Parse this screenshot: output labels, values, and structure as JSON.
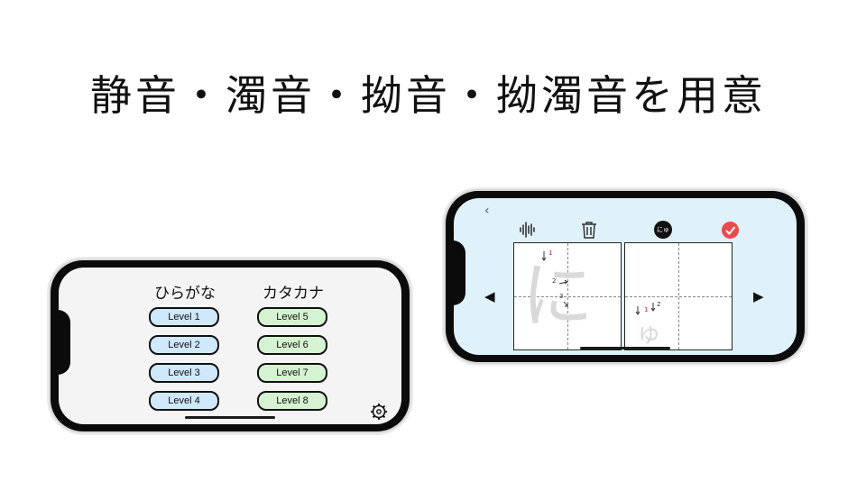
{
  "headline": "静音・濁音・拗音・拗濁音を用意",
  "menu_screen": {
    "hiragana_title": "ひらがな",
    "katakana_title": "カタカナ",
    "hiragana_levels": [
      "Level 1",
      "Level 2",
      "Level 3",
      "Level 4"
    ],
    "katakana_levels": [
      "Level 5",
      "Level 6",
      "Level 7",
      "Level 8"
    ],
    "settings_icon": "gear-icon"
  },
  "practice_screen": {
    "back_label": "‹",
    "toolbar": {
      "audio_icon": "audio-wave-icon",
      "trash_icon": "trash-icon",
      "kana_badge": "にゅ",
      "check_icon": "check-icon"
    },
    "prev_arrow": "◀",
    "next_arrow": "▶",
    "left_cell": {
      "character": "に",
      "stroke_labels": [
        "1",
        "2",
        "3"
      ]
    },
    "right_cell": {
      "character": "ゅ",
      "stroke_labels": [
        "1",
        "2"
      ]
    },
    "colors": {
      "background": "#dff1fb",
      "check": "#e94b4b"
    }
  }
}
